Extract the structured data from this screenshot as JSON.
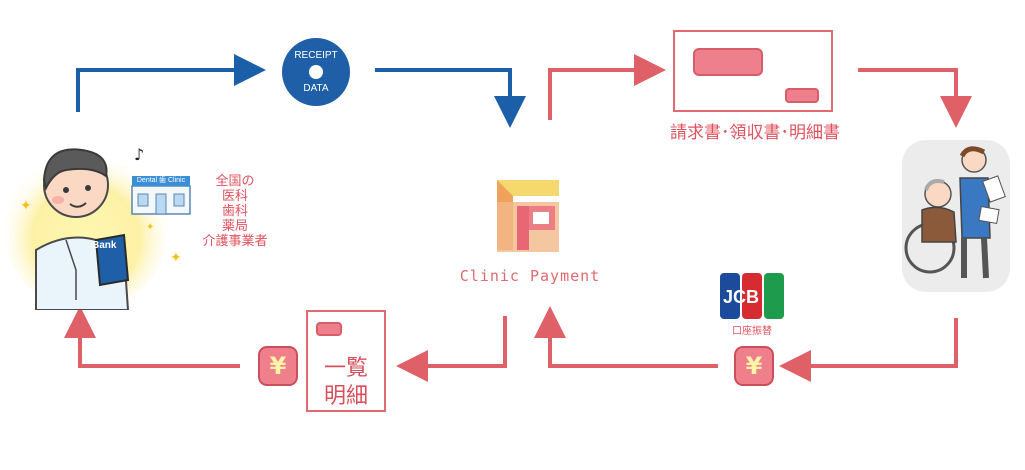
{
  "receipt_disc": {
    "line1": "RECEIPT",
    "line2": "DATA"
  },
  "invoice": {
    "label": "請求書･領収書･明細書"
  },
  "statement": {
    "line1": "一覧",
    "line2": "明細"
  },
  "yen": {
    "symbol": "¥"
  },
  "clinic": {
    "sign": "Dental 歯 Clinic",
    "bank": "Bank"
  },
  "organizations": {
    "lines": [
      "全国の",
      "医科",
      "歯科",
      "薬局",
      "介護事業者"
    ]
  },
  "brand": {
    "name": "Clinic Payment",
    "colors": {
      "yellow": "#f6d96e",
      "orange": "#f0a15c",
      "pink": "#ec7f86"
    }
  },
  "jcb": {
    "logo": "JCB",
    "caption": "口座振替"
  },
  "colors": {
    "blue": "#1a5fa8",
    "red": "#e06068"
  }
}
